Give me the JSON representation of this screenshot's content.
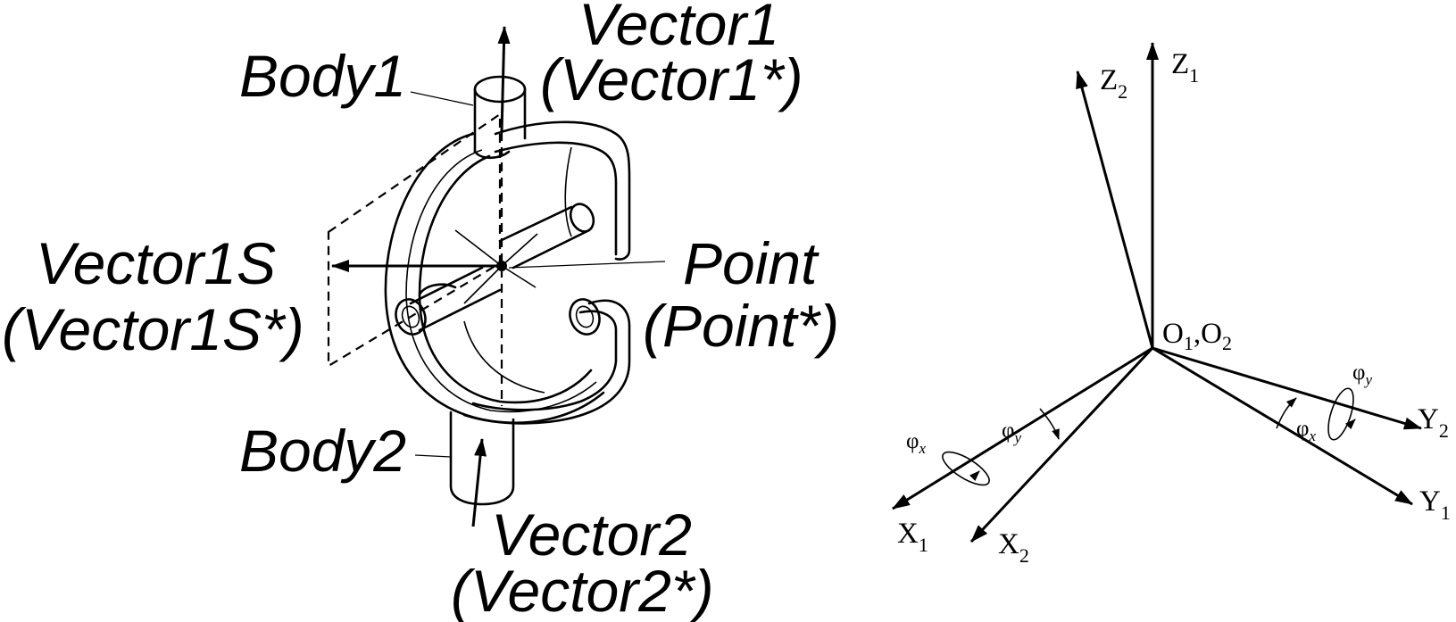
{
  "left_labels": {
    "vector1": "Vector1",
    "vector1_star": "(Vector1*)",
    "body1": "Body1",
    "vector1s": "Vector1S",
    "vector1s_star": "(Vector1S*)",
    "point": "Point",
    "point_star": "(Point*)",
    "body2": "Body2",
    "vector2": "Vector2",
    "vector2_star": "(Vector2*)"
  },
  "frame_labels": {
    "z_letter": "Z",
    "z1_sub": "1",
    "z2_sub": "2",
    "x_letter": "X",
    "x1_sub": "1",
    "x2_sub": "2",
    "y_letter": "Y",
    "y1_sub": "1",
    "y2_sub": "2",
    "o_letter": "O",
    "o1_sub": "1",
    "o_sep": ",",
    "o2_sub": "2"
  },
  "angle_labels": {
    "phi": "φ",
    "x_sub": "x",
    "y_sub": "y"
  },
  "colors": {
    "ink": "#000000",
    "background": "#ffffff"
  }
}
